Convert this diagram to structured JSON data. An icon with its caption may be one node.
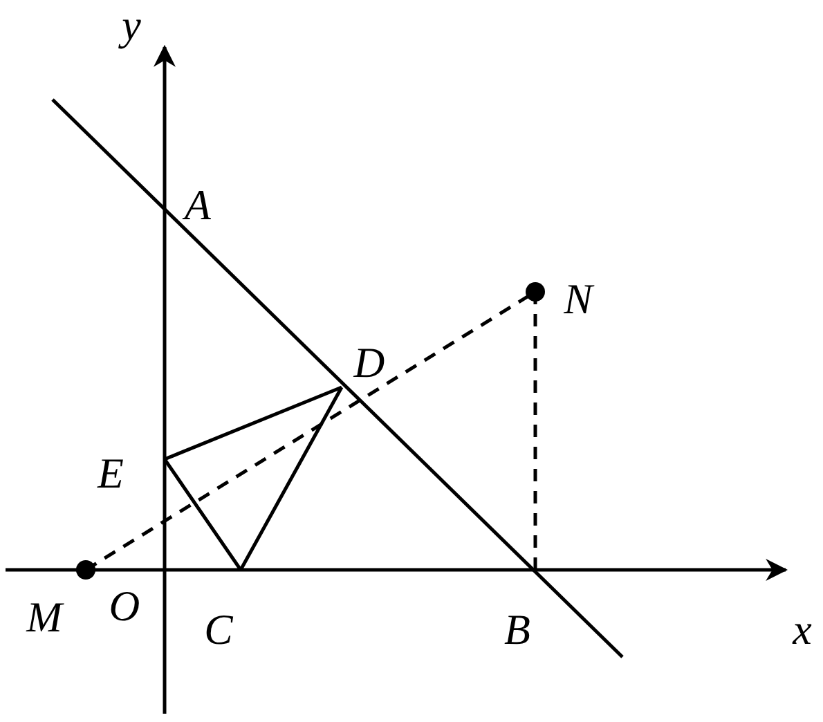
{
  "diagram": {
    "labels": [
      "y",
      "A",
      "N",
      "D",
      "E",
      "M",
      "O",
      "C",
      "B",
      "x"
    ]
  }
}
